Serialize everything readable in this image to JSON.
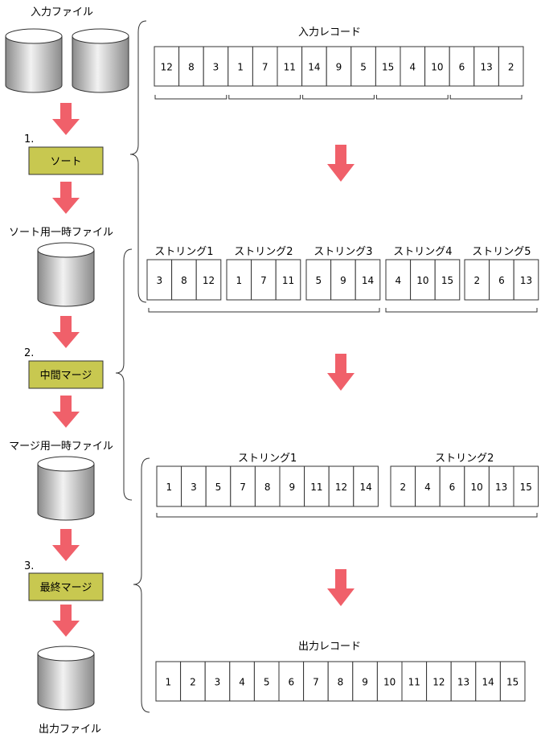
{
  "labels": {
    "input_file": "入力ファイル",
    "step1_num": "1.",
    "step1_box": "ソート",
    "sort_temp_file": "ソート用一時ファイル",
    "step2_num": "2.",
    "step2_box": "中間マージ",
    "merge_temp_file": "マージ用一時ファイル",
    "step3_num": "3.",
    "step3_box": "最終マージ",
    "output_file": "出力ファイル",
    "input_records": "入力レコード",
    "output_records": "出力レコード"
  },
  "input_records": [
    "12",
    "8",
    "3",
    "1",
    "7",
    "11",
    "14",
    "9",
    "5",
    "15",
    "4",
    "10",
    "6",
    "13",
    "2"
  ],
  "stage1_strings": [
    {
      "name": "ストリング1",
      "values": [
        "3",
        "8",
        "12"
      ]
    },
    {
      "name": "ストリング2",
      "values": [
        "1",
        "7",
        "11"
      ]
    },
    {
      "name": "ストリング3",
      "values": [
        "5",
        "9",
        "14"
      ]
    },
    {
      "name": "ストリング4",
      "values": [
        "4",
        "10",
        "15"
      ]
    },
    {
      "name": "ストリング5",
      "values": [
        "2",
        "6",
        "13"
      ]
    }
  ],
  "stage2_strings": [
    {
      "name": "ストリング1",
      "values": [
        "1",
        "3",
        "5",
        "7",
        "8",
        "9",
        "11",
        "12",
        "14"
      ]
    },
    {
      "name": "ストリング2",
      "values": [
        "2",
        "4",
        "6",
        "10",
        "13",
        "15"
      ]
    }
  ],
  "output_records": [
    "1",
    "2",
    "3",
    "4",
    "5",
    "6",
    "7",
    "8",
    "9",
    "10",
    "11",
    "12",
    "13",
    "14",
    "15"
  ],
  "colors": {
    "arrow": "#f0606a",
    "step_box": "#c8c850",
    "cylinder_dark": "#8a8a8a",
    "cylinder_light": "#f2f2f2"
  }
}
